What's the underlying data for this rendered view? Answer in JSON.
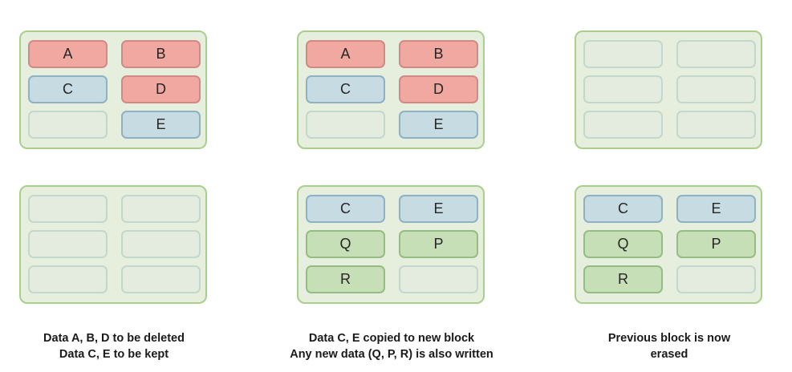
{
  "blocks": [
    {
      "name": "block-top-left",
      "cells": [
        {
          "label": "A",
          "state": "delete"
        },
        {
          "label": "B",
          "state": "delete"
        },
        {
          "label": "C",
          "state": "keep"
        },
        {
          "label": "D",
          "state": "delete"
        },
        {
          "label": "",
          "state": "empty"
        },
        {
          "label": "E",
          "state": "keep"
        }
      ]
    },
    {
      "name": "block-top-middle",
      "cells": [
        {
          "label": "A",
          "state": "delete"
        },
        {
          "label": "B",
          "state": "delete"
        },
        {
          "label": "C",
          "state": "keep"
        },
        {
          "label": "D",
          "state": "delete"
        },
        {
          "label": "",
          "state": "empty"
        },
        {
          "label": "E",
          "state": "keep"
        }
      ]
    },
    {
      "name": "block-top-right",
      "cells": [
        {
          "label": "",
          "state": "empty"
        },
        {
          "label": "",
          "state": "empty"
        },
        {
          "label": "",
          "state": "empty"
        },
        {
          "label": "",
          "state": "empty"
        },
        {
          "label": "",
          "state": "empty"
        },
        {
          "label": "",
          "state": "empty"
        }
      ]
    },
    {
      "name": "block-bottom-left",
      "cells": [
        {
          "label": "",
          "state": "empty"
        },
        {
          "label": "",
          "state": "empty"
        },
        {
          "label": "",
          "state": "empty"
        },
        {
          "label": "",
          "state": "empty"
        },
        {
          "label": "",
          "state": "empty"
        },
        {
          "label": "",
          "state": "empty"
        }
      ]
    },
    {
      "name": "block-bottom-middle",
      "cells": [
        {
          "label": "C",
          "state": "keep"
        },
        {
          "label": "E",
          "state": "keep"
        },
        {
          "label": "Q",
          "state": "new"
        },
        {
          "label": "P",
          "state": "new"
        },
        {
          "label": "R",
          "state": "new"
        },
        {
          "label": "",
          "state": "empty"
        }
      ]
    },
    {
      "name": "block-bottom-right",
      "cells": [
        {
          "label": "C",
          "state": "keep"
        },
        {
          "label": "E",
          "state": "keep"
        },
        {
          "label": "Q",
          "state": "new"
        },
        {
          "label": "P",
          "state": "new"
        },
        {
          "label": "R",
          "state": "new"
        },
        {
          "label": "",
          "state": "empty"
        }
      ]
    }
  ],
  "captions": [
    {
      "line1": "Data A, B, D to be deleted",
      "line2": "Data C, E to be kept"
    },
    {
      "line1": "Data C, E copied to new block",
      "line2": "Any new data (Q, P, R) is also written"
    },
    {
      "line1": "Previous block is now",
      "line2": "erased"
    }
  ],
  "colors": {
    "block_fill": "#e6efdd",
    "block_border": "#a9cf8d",
    "delete": "#f1a8a0",
    "keep": "#c7dbe3",
    "new": "#c6dfb6",
    "empty": "#e4ecdf"
  }
}
